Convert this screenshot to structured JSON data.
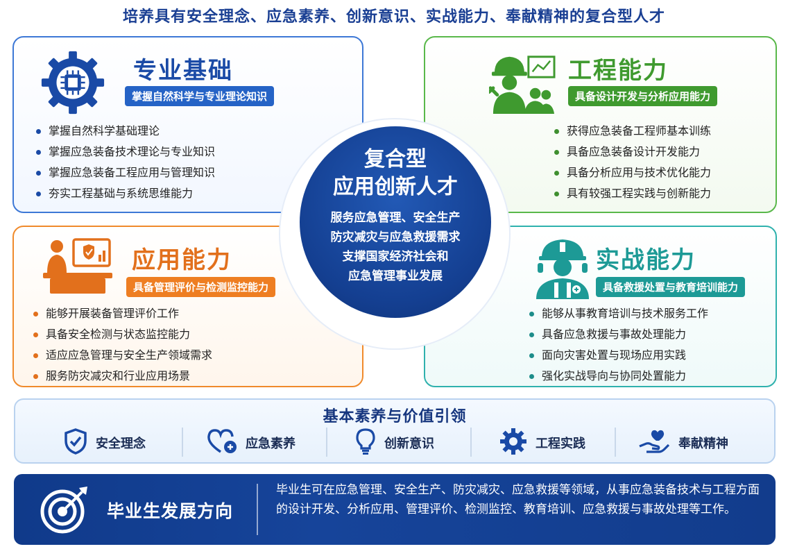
{
  "top_title": "培养具有安全理念、应急素养、创新意识、实战能力、奉献精神的复合型人才",
  "center": {
    "title_line1": "复合型",
    "title_line2": "应用创新人才",
    "lines": [
      "服务应急管理、安全生产",
      "防灾减灾与应急救援需求",
      "支撑国家经济社会和",
      "应急管理事业发展"
    ]
  },
  "cards": {
    "professional_basis": {
      "title": "专业基础",
      "badge": "掌握自然科学与专业理论知识",
      "icon": "gear-chip-icon",
      "items": [
        "掌握自然科学基础理论",
        "掌握应急装备技术理论与专业知识",
        "掌握应急装备工程应用与管理知识",
        "夯实工程基础与系统思维能力"
      ]
    },
    "engineering_ability": {
      "title": "工程能力",
      "badge": "具备设计开发与分析应用能力",
      "icon": "engineer-team-icon",
      "items": [
        "获得应急装备工程师基本训练",
        "具备应急装备设计开发能力",
        "具备分析应用与技术优化能力",
        "具有较强工程实践与创新能力"
      ]
    },
    "application_ability": {
      "title": "应用能力",
      "badge": "具备管理评价与检测监控能力",
      "icon": "monitor-desk-icon",
      "items": [
        "能够开展装备管理评价工作",
        "具备安全检测与状态监控能力",
        "适应应急管理与安全生产领域需求",
        "服务防灾减灾和行业应用场景"
      ]
    },
    "practical_ability": {
      "title": "实战能力",
      "badge": "具备救援处置与教育培训能力",
      "icon": "rescuer-icon",
      "items": [
        "能够从事教育培训与技术服务工作",
        "具备应急救援与事故处理能力",
        "面向灾害处置与现场应用实践",
        "强化实战导向与协同处置能力"
      ]
    }
  },
  "values": {
    "title": "基本素养与价值引领",
    "items": [
      {
        "label": "安全理念",
        "icon": "shield-check-icon"
      },
      {
        "label": "应急素养",
        "icon": "heart-plus-icon"
      },
      {
        "label": "创新意识",
        "icon": "lightbulb-icon"
      },
      {
        "label": "工程实践",
        "icon": "gear-icon"
      },
      {
        "label": "奉献精神",
        "icon": "hand-heart-icon"
      }
    ]
  },
  "career": {
    "title": "毕业生发展方向",
    "icon": "target-arrow-icon",
    "text": "毕业生可在应急管理、安全生产、防灾减灾、应急救援等领域，从事应急装备技术与工程方面的设计开发、分析应用、管理评价、检测监控、教育培训、应急救援与事故处理等工作。"
  },
  "colors": {
    "blue": "#1a4aa6",
    "green": "#3f9a2f",
    "orange": "#e2701c",
    "teal": "#1d9a96",
    "navy": "#123e8f"
  }
}
